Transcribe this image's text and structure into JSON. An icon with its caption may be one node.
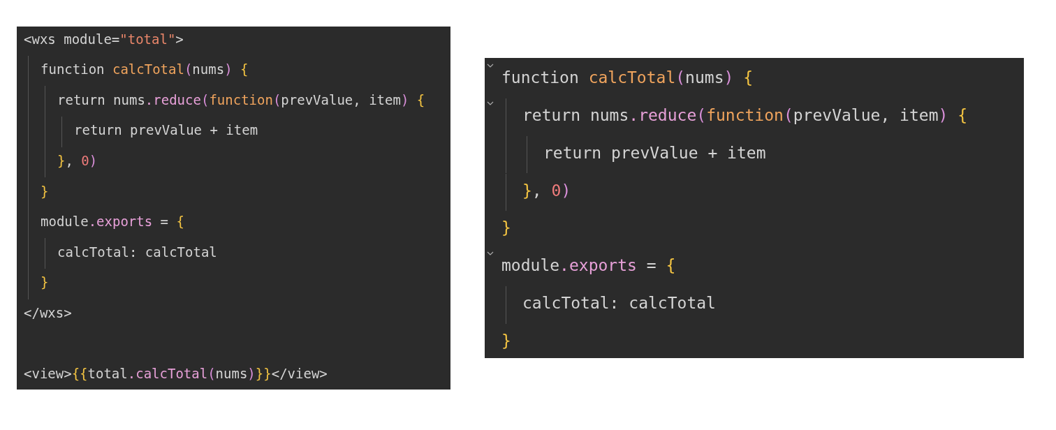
{
  "diagram": {
    "nodes": [
      {
        "text": [
          "<wxs module=\"total\">",
          "function calcTotal(nums) {",
          "return nums.reduce(function(prevValue, item) {",
          "return prevValue + item",
          "}, 0)",
          "}",
          "module.exports = {",
          "calcTotal: calcTotal",
          "}",
          "</wxs>",
          "<view>{{total.calcTotal(nums)}}</view>"
        ]
      },
      {
        "text": [
          "function calcTotal(nums) {",
          "return nums.reduce(function(prevValue, item) {",
          "return prevValue + item",
          "}, 0)",
          "}",
          "module.exports = {",
          "calcTotal: calcTotal",
          "}"
        ]
      }
    ]
  }
}
